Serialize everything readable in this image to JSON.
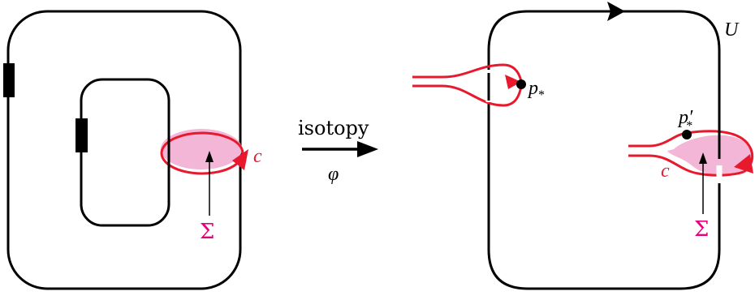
{
  "left_panel": {
    "curve_label": "c",
    "surface_label": "Σ"
  },
  "arrow": {
    "top_label": "isotopy",
    "bottom_label": "φ"
  },
  "right_panel": {
    "region_label": "U",
    "point_label": "p",
    "point_sub": "*",
    "point2_label": "p′",
    "point2_sub": "*",
    "curve_label": "c",
    "surface_label": "Σ"
  },
  "colors": {
    "stroke": "#000000",
    "curve": "#e8192c",
    "surface_fill": "#f4b6d6",
    "sigma": "#e6007e"
  }
}
